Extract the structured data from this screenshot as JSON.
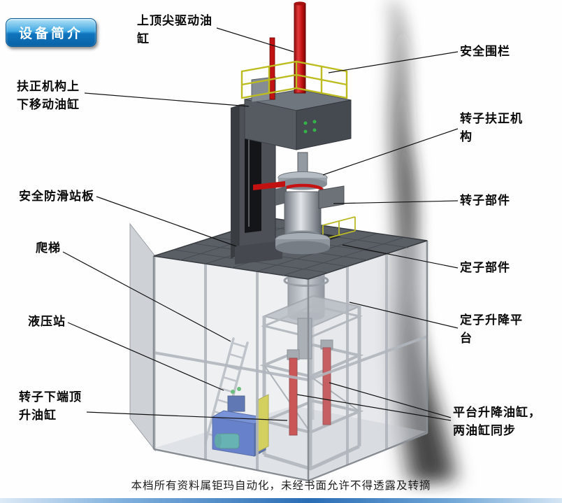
{
  "title_badge": {
    "label": "设备简介"
  },
  "callouts": [
    {
      "id": "top-drive-cylinder",
      "text": "上顶尖驱动油缸",
      "side": "left"
    },
    {
      "id": "safety-fence",
      "text": "安全围栏",
      "side": "right"
    },
    {
      "id": "centering-move-cylinder",
      "text": "扶正机构上下移动油缸",
      "side": "left"
    },
    {
      "id": "rotor-centering-mechanism",
      "text": "转子扶正机构",
      "side": "right"
    },
    {
      "id": "anti-slip-platform",
      "text": "安全防滑站板",
      "side": "left"
    },
    {
      "id": "rotor-component",
      "text": "转子部件",
      "side": "right"
    },
    {
      "id": "ladder",
      "text": "爬梯",
      "side": "left"
    },
    {
      "id": "stator-component",
      "text": "定子部件",
      "side": "right"
    },
    {
      "id": "hydraulic-station",
      "text": "液压站",
      "side": "left"
    },
    {
      "id": "stator-lift-platform",
      "text": "定子升降平台",
      "side": "right"
    },
    {
      "id": "rotor-bottom-jack-cylinder",
      "text": "转子下端顶升油缸",
      "side": "left"
    },
    {
      "id": "platform-lift-cylinders",
      "text": "平台升降油缸，两油缸同步",
      "side": "right"
    }
  ],
  "footer": {
    "text": "本档所有资料属钜玛自动化，未经书面允许不得透露及转摘"
  },
  "colors": {
    "badge_blue": "#0f74bd",
    "cylinder_red": "#c41010",
    "railing_yellow": "#bcbc20",
    "hydraulic_blue": "#2e55c0",
    "hydraulic_yellow": "#d6cd1d",
    "pump_teal": "#2e9e9b",
    "frame_gray": "#aab0b7",
    "platform_gray": "#5a5f66",
    "leader_line": "#111111"
  }
}
